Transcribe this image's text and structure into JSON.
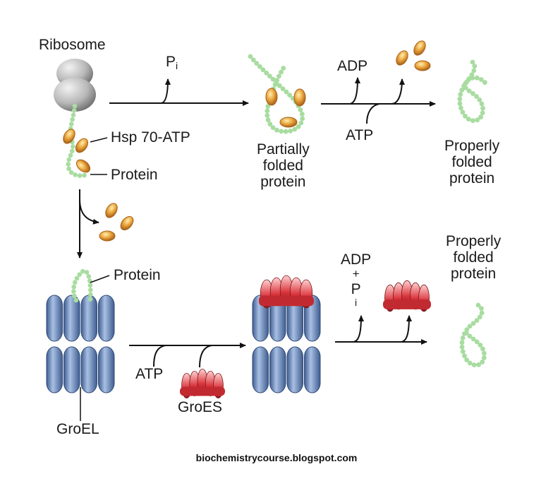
{
  "colors": {
    "hsp70": "#e8a23a",
    "hsp70_dark": "#b8741e",
    "polypeptide": "#a8dca0",
    "groel_blue": "#6f8fc4",
    "groel_dark": "#3e5c8f",
    "groes_red": "#d9333a",
    "ribosome_gray": "#b8b8b8",
    "arrow": "#111111"
  },
  "labels": {
    "ribosome": "Ribosome",
    "hsp70_atp": "Hsp 70-ATP",
    "protein_top": "Protein",
    "pi_top": "P",
    "pi_top_sub": "i",
    "partially_folded": [
      "Partially",
      "folded",
      "protein"
    ],
    "adp_top": "ADP",
    "atp_top": "ATP",
    "properly_folded_top": [
      "Properly",
      "folded",
      "protein"
    ],
    "protein_bottom": "Protein",
    "groel": "GroEL",
    "atp_bottom": "ATP",
    "groes": "GroES",
    "adp_bottom": "ADP",
    "plus": "+",
    "pi_bottom": "P",
    "pi_bottom_sub": "i",
    "properly_folded_bottom": [
      "Properly",
      "folded",
      "protein"
    ]
  },
  "footer": "biochemistrycourse.blogspot.com"
}
